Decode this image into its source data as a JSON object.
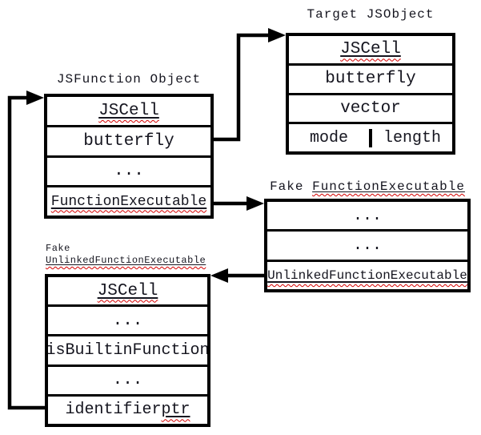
{
  "colors": {
    "background": "#ffffff",
    "line": "#000000",
    "text": "#15151f",
    "squiggle": "#d40000"
  },
  "boxes": {
    "jsfunction": {
      "title": "JSFunction Object",
      "rows": {
        "jscell": "JSCell",
        "butterfly": "butterfly",
        "dots": "...",
        "function_executable": "FunctionExecutable"
      }
    },
    "target": {
      "title": "Target JSObject",
      "rows": {
        "jscell": "JSCell",
        "butterfly": "butterfly",
        "vector": "vector",
        "mode": "mode",
        "length": "length"
      }
    },
    "fake_function_executable": {
      "title_prefix": "Fake ",
      "title_link": "FunctionExecutable",
      "rows": {
        "dots1": "...",
        "dots2": "...",
        "unlinked_function_executable": "UnlinkedFunctionExecutable"
      }
    },
    "fake_unlinked_function_executable": {
      "title_line1": "Fake",
      "title_line2": "UnlinkedFunctionExecutable",
      "rows": {
        "jscell": "JSCell",
        "dots1": "...",
        "is_builtin_function": "isBuiltinFunction",
        "dots2": "...",
        "identifier_prefix": "identifier ",
        "identifier_link": "ptr"
      }
    }
  }
}
